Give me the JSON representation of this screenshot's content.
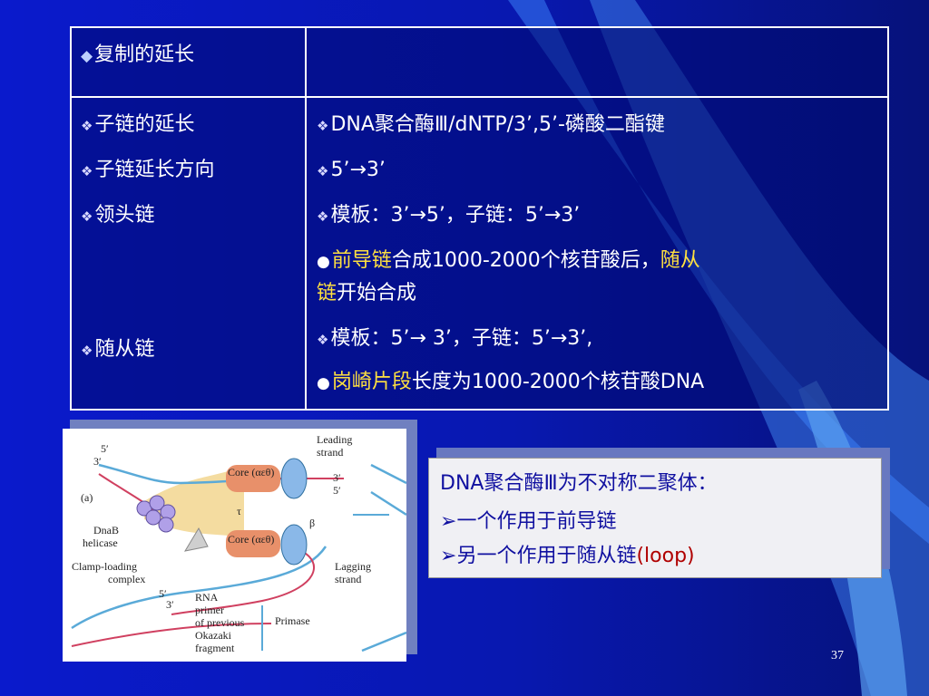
{
  "table": {
    "header": {
      "left": "复制的延长",
      "right": ""
    },
    "left_items": [
      "子链的延长",
      "子链延长方向",
      "领头链",
      "随从链"
    ],
    "right_lines": {
      "line1": "DNA聚合酶Ⅲ/dNTP/3’,5’-磷酸二酯键",
      "line2": "5’→3’",
      "line3": "模板：3’→5’，子链：5’→3’",
      "line4_yellow1": "前导链",
      "line4_white": "合成1000-2000个核苷酸后，",
      "line4_yellow2": "随从",
      "line5_yellow": "链",
      "line5_white": "开始合成",
      "line6": "模板：5’→ 3’，子链：5’→3’,",
      "line7_yellow": "岗崎片段",
      "line7_white": "长度为1000-2000个核苷酸DNA"
    }
  },
  "figure": {
    "labels": {
      "panel": "(a)",
      "leading": "Leading",
      "strand1": "strand",
      "core1": "Core (αεθ)",
      "core2": "Core (αεθ)",
      "tau": "τ",
      "beta": "β",
      "dnab": "DnaB",
      "helicase": "helicase",
      "clamp1": "Clamp-loading",
      "clamp2": "complex",
      "lagging": "Lagging",
      "strand2": "strand",
      "rna1": "RNA",
      "rna2": "primer",
      "rna3": "of previous",
      "rna4": "Okazaki",
      "rna5": "fragment",
      "primase": "Primase",
      "p5a": "5′",
      "p3a": "3′",
      "p3b": "3′",
      "p5b": "5′",
      "p5c": "5′",
      "p3c": "3′"
    }
  },
  "note": {
    "line1": "DNA聚合酶Ⅲ为不对称二聚体：",
    "line2": "一个作用于前导链",
    "line3_text": "另一个作用于随从链",
    "line3_red": "(loop)"
  },
  "page_number": "37",
  "colors": {
    "bg": "#0a1acc",
    "yellow": "#ffe040",
    "note_text": "#1010a0",
    "note_red": "#b00000"
  }
}
